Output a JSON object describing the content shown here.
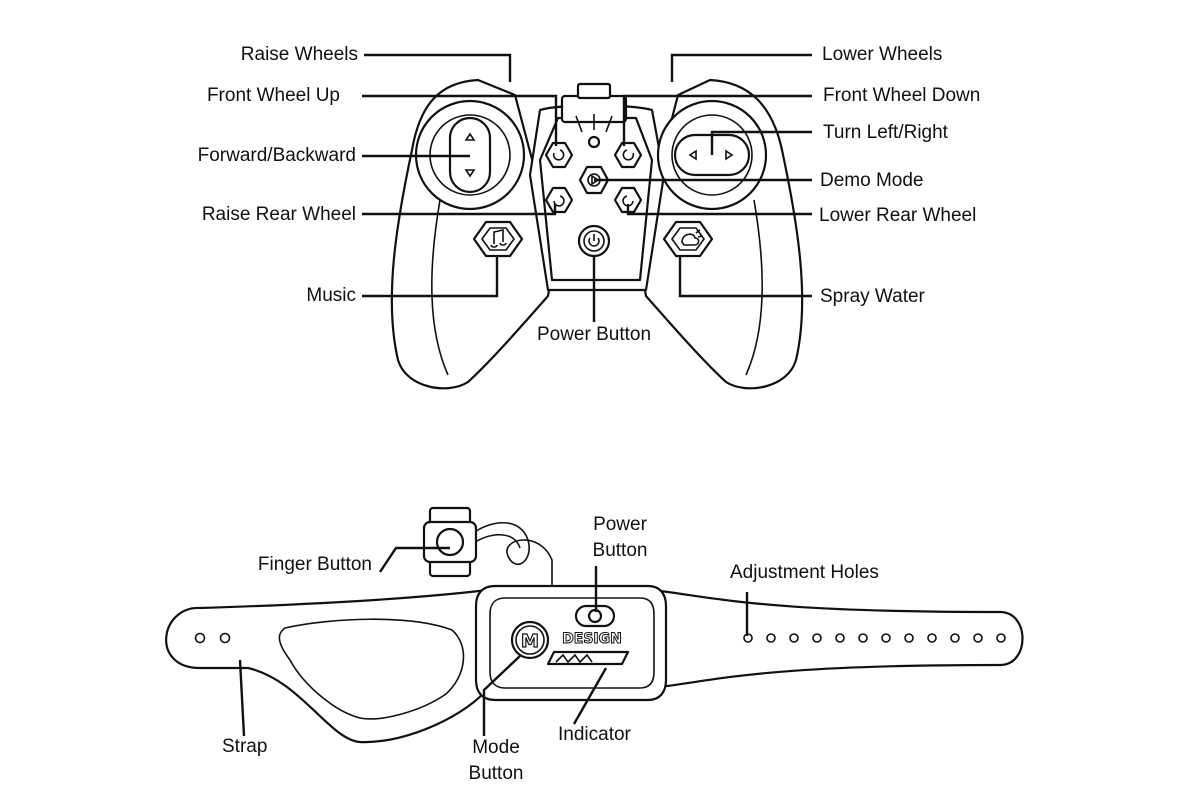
{
  "controller": {
    "labels": {
      "raise_wheels": "Raise Wheels",
      "front_wheel_up": "Front Wheel Up",
      "forward_backward": "Forward/Backward",
      "raise_rear_wheel": "Raise Rear Wheel",
      "music": "Music",
      "power_button": "Power Button",
      "lower_wheels": "Lower Wheels",
      "front_wheel_down": "Front Wheel Down",
      "turn_left_right": "Turn Left/Right",
      "demo_mode": "Demo Mode",
      "lower_rear_wheel": "Lower Rear Wheel",
      "spray_water": "Spray Water"
    }
  },
  "watch": {
    "labels": {
      "finger_button": "Finger Button",
      "power_button_line1": "Power",
      "power_button_line2": "Button",
      "adjustment_holes": "Adjustment Holes",
      "strap": "Strap",
      "mode_button_line1": "Mode",
      "mode_button_line2": "Button",
      "indicator": "Indicator"
    },
    "face_text": {
      "mode_letter": "M",
      "brand": "DESIGN"
    }
  },
  "icons": [
    "up-arrow-icon",
    "down-arrow-icon",
    "left-arrow-icon",
    "right-arrow-icon",
    "power-icon",
    "music-icon",
    "spray-icon",
    "play-icon",
    "rotate-icon"
  ]
}
